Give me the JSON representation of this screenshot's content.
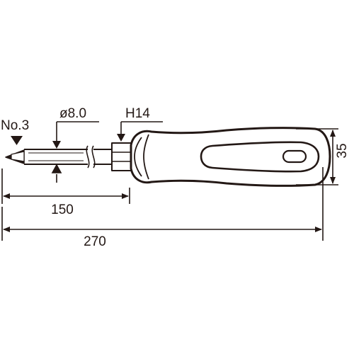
{
  "labels": {
    "tip_size": "No.3",
    "shaft_diameter": "ø8.0",
    "hex_size": "H14",
    "handle_diameter": "35",
    "shaft_length": "150",
    "overall_length": "270"
  },
  "colors": {
    "line": "#231815",
    "background": "#ffffff"
  }
}
